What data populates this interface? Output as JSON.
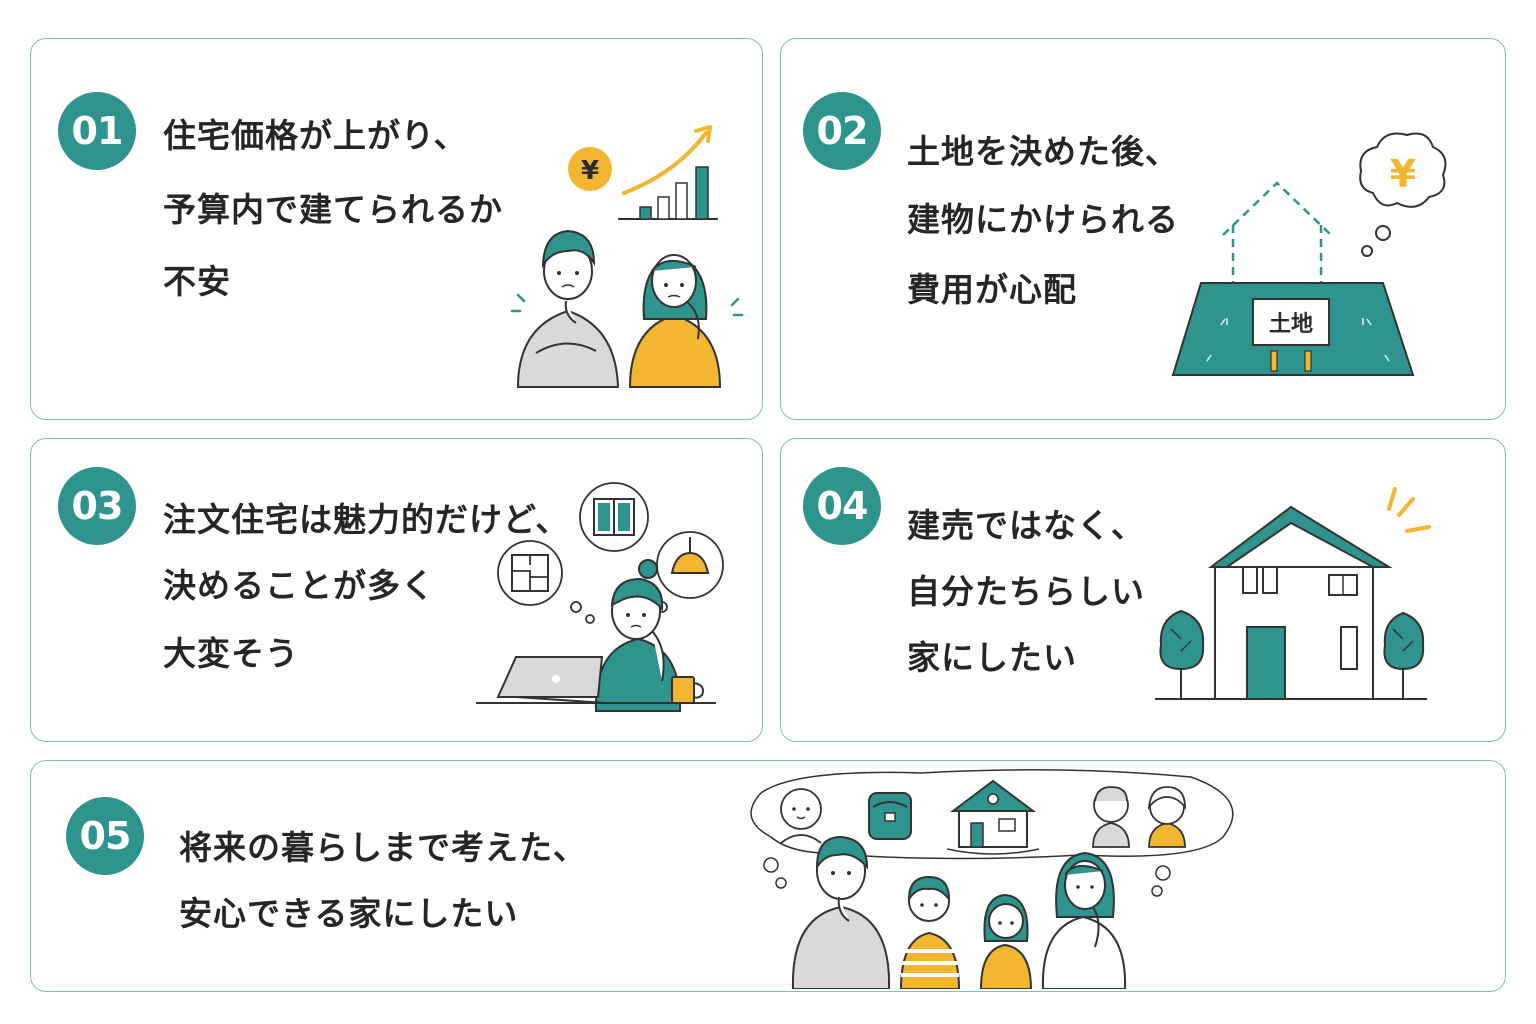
{
  "colors": {
    "teal": "#2f948d",
    "yellow": "#f2b630",
    "border": "#7fbfbc",
    "gray": "#d9d9d9",
    "text": "#262626"
  },
  "cards": [
    {
      "number": "01",
      "lines": [
        "住宅価格が上がり、",
        "予算内で建てられるか",
        "不安"
      ],
      "illustration": {
        "icons": [
          "yen-coin-icon",
          "rising-chart-icon",
          "worried-couple-icon"
        ],
        "coin_label": "¥"
      }
    },
    {
      "number": "02",
      "lines": [
        "土地を決めた後、",
        "建物にかけられる",
        "費用が心配"
      ],
      "illustration": {
        "icons": [
          "land-plot-icon",
          "thought-bubble-icon",
          "dashed-house-icon"
        ],
        "sign_label": "土地",
        "bubble_label": "¥"
      }
    },
    {
      "number": "03",
      "lines": [
        "注文住宅は魅力的だけど、",
        "決めることが多く",
        "大変そう"
      ],
      "illustration": {
        "icons": [
          "window-icon",
          "floor-plan-icon",
          "pendant-lamp-icon",
          "woman-laptop-icon",
          "mug-icon"
        ]
      }
    },
    {
      "number": "04",
      "lines": [
        "建売ではなく、",
        "自分たちらしい",
        "家にしたい"
      ],
      "illustration": {
        "icons": [
          "house-icon",
          "tree-icon",
          "sparkle-icon"
        ]
      }
    },
    {
      "number": "05",
      "lines": [
        "将来の暮らしまで考えた、",
        "安心できる家にしたい"
      ],
      "illustration": {
        "icons": [
          "baby-icon",
          "school-bag-icon",
          "home-icon",
          "elderly-man-icon",
          "elderly-woman-icon",
          "family-icon"
        ]
      }
    }
  ]
}
